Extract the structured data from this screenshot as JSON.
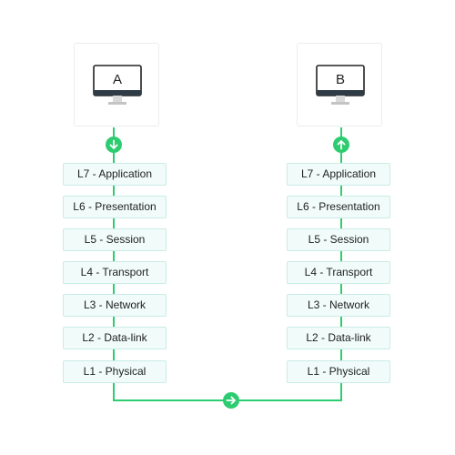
{
  "hosts": [
    {
      "label": "A",
      "icon": "desktop-monitor-icon",
      "flow_icon": "arrow-down-icon"
    },
    {
      "label": "B",
      "icon": "desktop-monitor-icon",
      "flow_icon": "arrow-up-icon"
    }
  ],
  "layers": [
    "L7 - Application",
    "L6 - Presentation",
    "L5 - Session",
    "L4 - Transport",
    "L3 - Network",
    "L2 - Data-link",
    "L1 - Physical"
  ],
  "link_icon": "arrow-right-icon",
  "colors": {
    "accent": "#2ecc71",
    "layer_fill": "#f1fbfa",
    "layer_border": "#c8ece6",
    "card_border": "#ececec",
    "text": "#1f1f1f"
  }
}
